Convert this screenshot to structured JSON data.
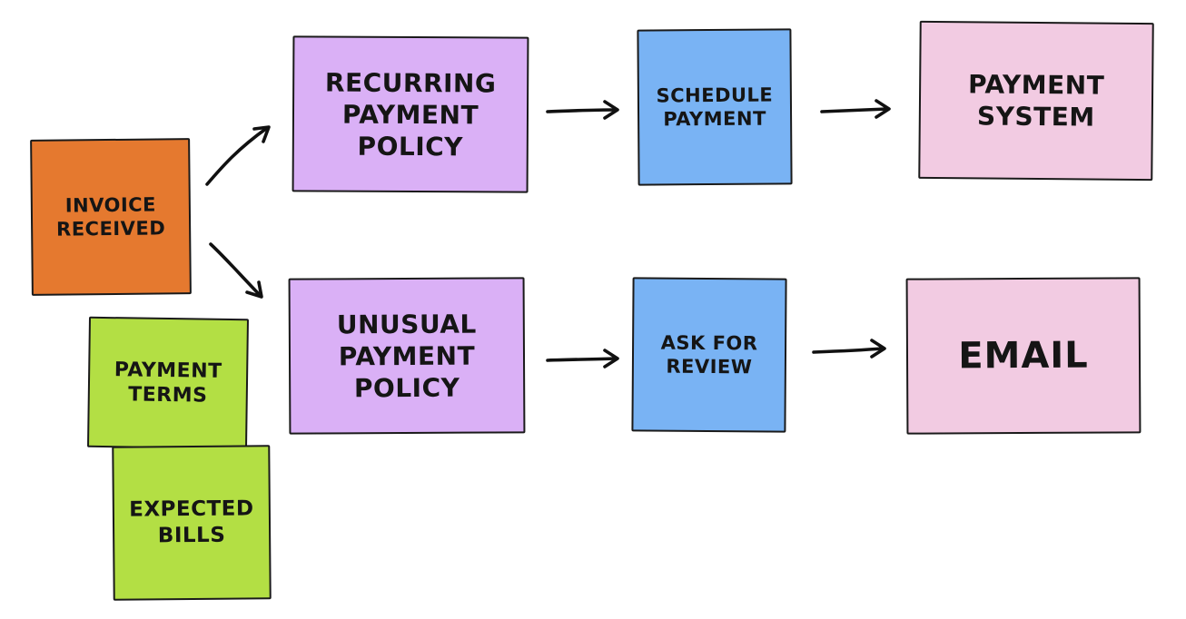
{
  "colors": {
    "orange": "#e5792f",
    "green": "#b3df44",
    "lavender": "#dab0f6",
    "blue": "#79b3f4",
    "pink": "#f2cbe2",
    "border": "#1a1a1a"
  },
  "notes": {
    "invoice_received": "INVOICE\nRECEIVED",
    "payment_terms": "PAYMENT\nTERMS",
    "expected_bills": "EXPECTED\nBILLS",
    "recurring_payment_policy": "RECURRING\nPAYMENT\nPOLICY",
    "unusual_payment_policy": "UNUSUAL\nPAYMENT\nPOLICY",
    "schedule_payment": "SCHEDULE\nPAYMENT",
    "ask_for_review": "ASK FOR\nREVIEW",
    "payment_system": "PAYMENT\nSYSTEM",
    "email": "EMAIL"
  }
}
